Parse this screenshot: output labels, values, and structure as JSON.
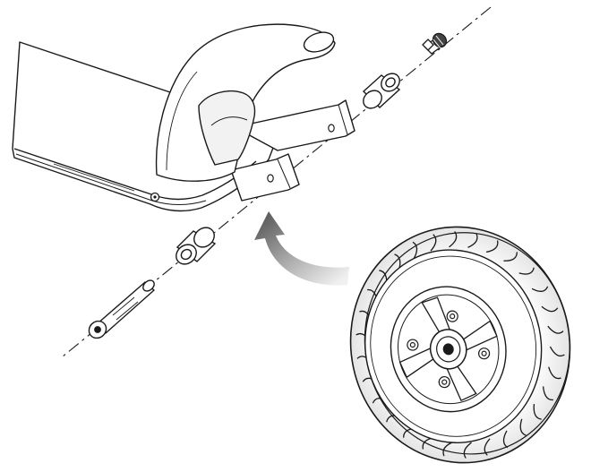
{
  "diagram": {
    "parts": [
      "scooter-deck",
      "fender",
      "rear-fork-bracket",
      "axle-bolt",
      "spacer-left",
      "spacer-right",
      "nut",
      "rear-wheel",
      "assembly-arrow"
    ],
    "colors": {
      "line": "#1a1a1a",
      "fill": "#ffffff",
      "arrow_start": "#5f5f5f",
      "arrow_end": "#e6e6e6",
      "tread_shade": "#d9d9d9"
    }
  }
}
